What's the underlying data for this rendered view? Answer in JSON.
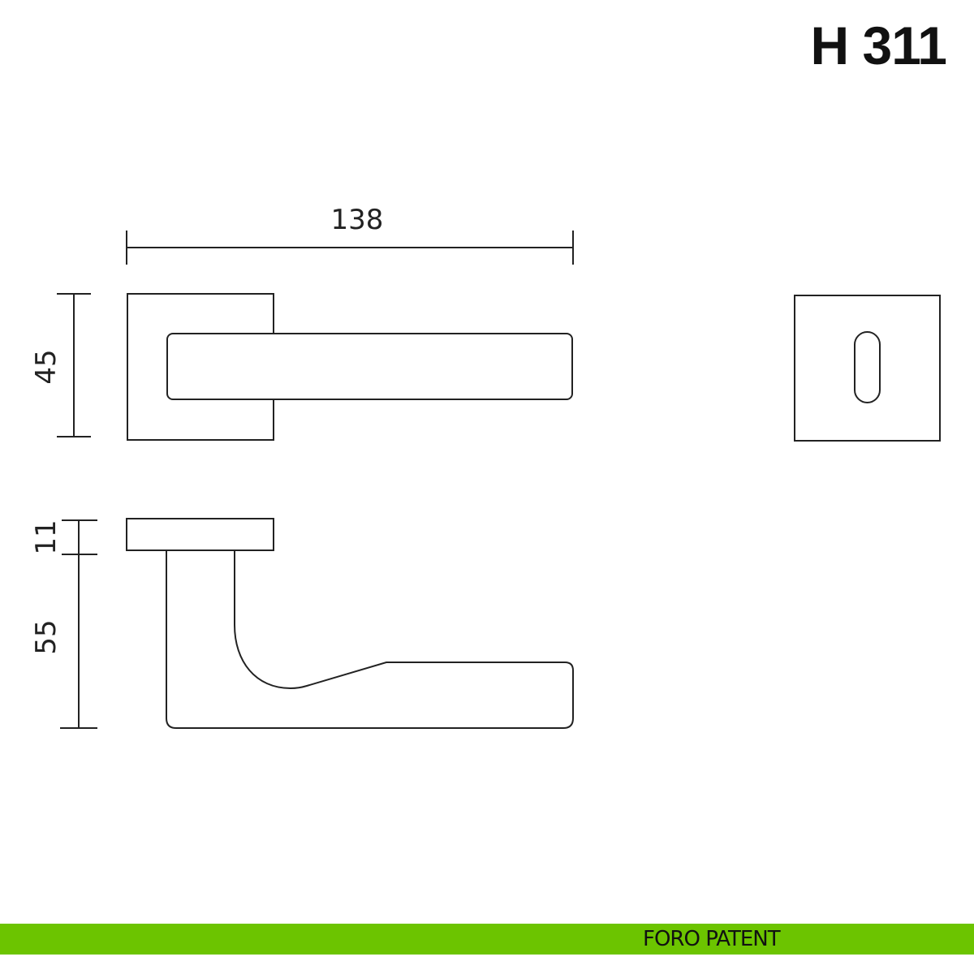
{
  "title": "H 311",
  "dimensions": {
    "length": "138",
    "rose_height": "45",
    "rose_thickness": "11",
    "projection": "55"
  },
  "footer": {
    "label": "FORO PATENT",
    "color": "#6cc400"
  }
}
